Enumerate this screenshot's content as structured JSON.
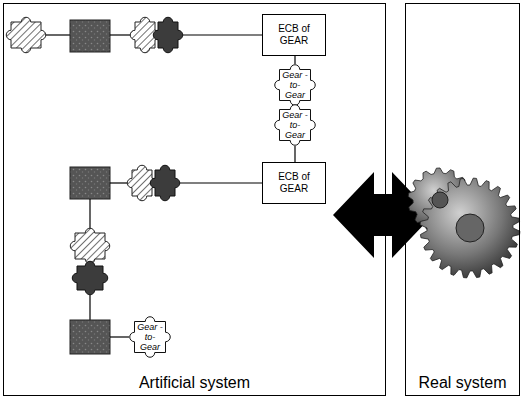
{
  "diagram": {
    "nodes": [
      {
        "text": [
          "Artificial system"
        ]
      },
      {
        "text": [
          "ECB of GEAR"
        ],
        "in": 0
      },
      {
        "text": [
          "Gear -to- Gear"
        ],
        "in": 0
      },
      {
        "text": [
          "Gear -to- Gear"
        ],
        "in": 0
      },
      {
        "text": [
          "ECB of GEAR"
        ],
        "in": 0
      },
      {
        "text": [
          "Gear -to- Gear"
        ],
        "in": 0
      },
      {
        "text": [
          "Real system"
        ]
      }
    ],
    "edges": [
      {
        "from": 1,
        "to": 2,
        "arrow": "none"
      },
      {
        "from": 3,
        "to": 4,
        "arrow": "none"
      }
    ]
  }
}
